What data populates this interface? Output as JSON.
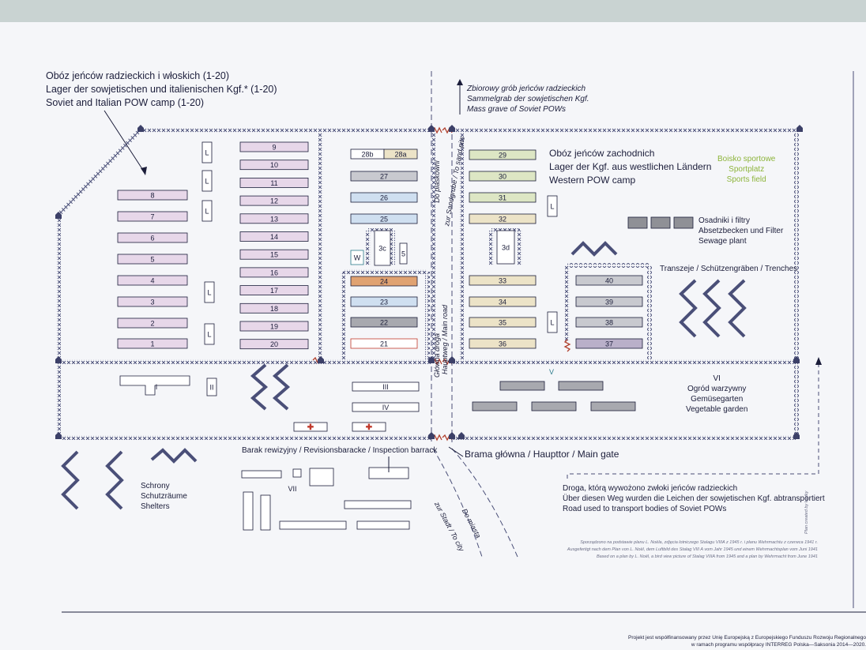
{
  "colors": {
    "fence": "#4a4f78",
    "pink": "#e7d7e9",
    "blue": "#cfdff0",
    "orange": "#e0a271",
    "gray": "#c8c9cf",
    "darkgray": "#a8a9af",
    "purple": "#b9b0c9",
    "green": "#dde6c4",
    "beige": "#ece3c7",
    "red": "#c0392b",
    "sports": "#8db43b"
  },
  "soviet_camp": {
    "title_pl": "Obóz jeńców radzieckich i włoskich (1-20)",
    "title_de": "Lager der sowjetischen und italienischen Kgf.* (1-20)",
    "title_en": "Soviet and Italian POW camp (1-20)"
  },
  "western_camp": {
    "title_pl": "Obóz jeńców zachodnich",
    "title_de": "Lager der Kgf. aus westlichen Ländern",
    "title_en": "Western POW camp"
  },
  "mass_grave": {
    "pl": "Zbiorowy grób jeńców radzieckich",
    "de": "Sammelgrab der sowjetischen Kgf.",
    "en": "Mass grave of Soviet POWs"
  },
  "roads": {
    "sand_pl": "Do piaskowni",
    "sand_de": "zur Sandgrube / To sand pits",
    "main_pl": "Główna droga",
    "main_de": "Hauptweg / Main road",
    "city_pl": "Do miasta",
    "city_de": "zur Stadt / To city"
  },
  "barracks_left_col": [
    "8",
    "7",
    "6",
    "5",
    "4",
    "3",
    "2",
    "1"
  ],
  "barracks_mid_col": [
    "9",
    "10",
    "11",
    "12",
    "13",
    "14",
    "15",
    "16",
    "17",
    "18",
    "19",
    "20"
  ],
  "barracks_center": [
    "28b",
    "28a",
    "27",
    "26",
    "25",
    "3c",
    "5",
    "W",
    "24",
    "23",
    "22",
    "21"
  ],
  "barracks_west": [
    "29",
    "30",
    "31",
    "32",
    "3d",
    "33",
    "34",
    "35",
    "36"
  ],
  "barracks_east": [
    "40",
    "39",
    "38",
    "37"
  ],
  "latrine": "L",
  "roman": [
    "I",
    "II",
    "III",
    "IV",
    "V",
    "VI",
    "VII"
  ],
  "sports": {
    "pl": "Boisko sportowe",
    "de": "Sportplatz",
    "en": "Sports field"
  },
  "sewage": {
    "pl": "Osadniki i filtry",
    "de": "Absetzbecken und Filter",
    "en": "Sewage plant"
  },
  "trenches": "Transzeje / Schützengräben / Trenches",
  "garden": {
    "num": "VI",
    "pl": "Ogród warzywny",
    "de": "Gemüsegarten",
    "en": "Vegetable garden"
  },
  "inspection": "Barak rewizyjny / Revisionsbaracke / Inspection barrack",
  "main_gate": "Brama główna / Haupttor / Main gate",
  "shelters": {
    "pl": "Schrony",
    "de": "Schutzräume",
    "en": "Shelters"
  },
  "bodies_road": {
    "pl": "Droga, którą wywożono zwłoki jeńców radzieckich",
    "de": "Über diesen Weg wurden die Leichen der sowjetischen Kgf. abtransportiert",
    "en": "Road used to transport bodies of Soviet POWs"
  },
  "footnote": {
    "pl": "Sporządzono na podstawie planu L. Noëla, zdjęcia lotniczego Stalagu VIIIA z 1945 r. i planu Wehrmachtu z czerwca 1941 r.",
    "de": "Ausgefertigt nach dem Plan von L. Noël, dem Luftbild des Stalag VIII A vom Jahr 1945 und einem Wehrmachtsplan vom Juni 1941",
    "en": "Based on a plan by L. Noël, a bird view picture of Stalag VIIIA from 1945 and a plan by Wehrmacht from June 1941"
  },
  "credit": "Plan created by kartky",
  "project": {
    "line1": "Projekt jest współfinansowany przez Unię Europejską z Europejskiego Funduszu Rozwoju Regionalnego",
    "line2": "w ramach programu współpracy INTERREG Polska—Saksonia 2014—2020."
  }
}
